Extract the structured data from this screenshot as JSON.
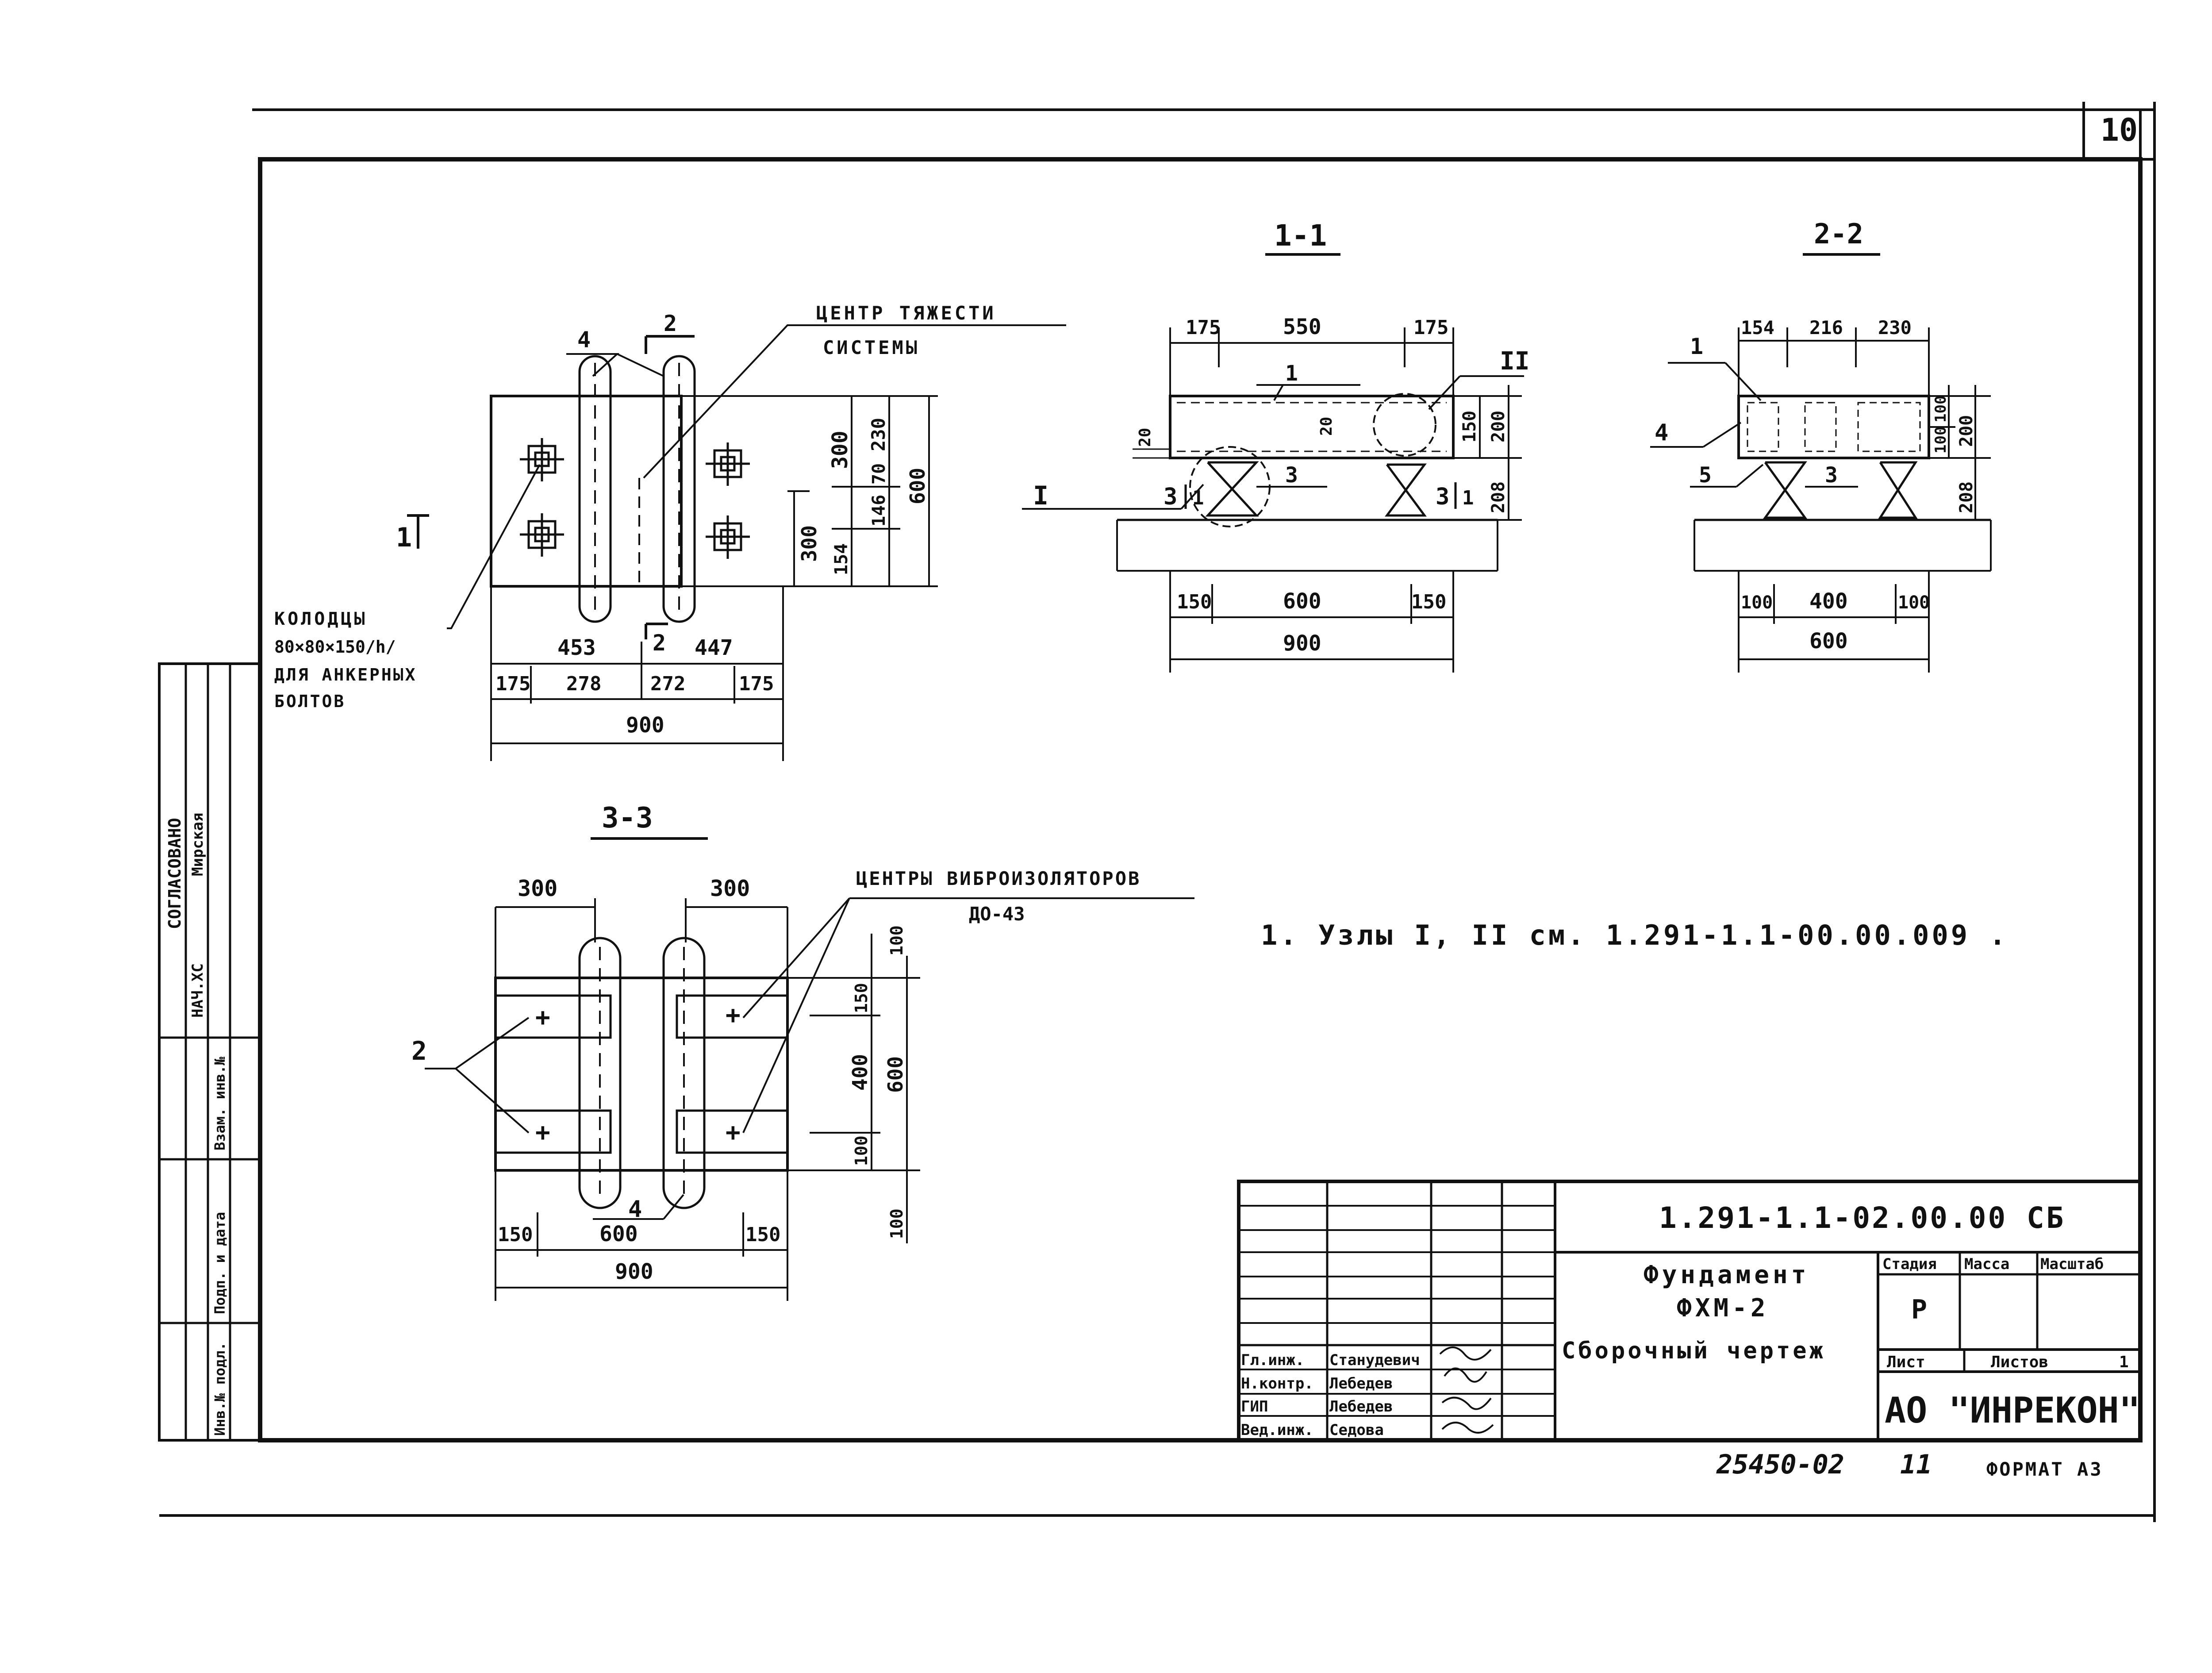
{
  "sheet_number": "10",
  "views": {
    "plan": {
      "label_4": "4",
      "section_2_label": "2",
      "section_2_label_bottom": "2",
      "section_1_label": "1",
      "center_of_gravity": [
        "ЦЕНТР ТЯЖЕСТИ",
        "СИСТЕМЫ"
      ],
      "wells_label": [
        "КОЛОДЦЫ",
        "80×80×150/h/",
        "ДЛЯ АНКЕРНЫХ",
        "БОЛТОВ"
      ],
      "dims_right": [
        "300",
        "230",
        "70",
        "146",
        "600",
        "154"
      ],
      "dim_left_300": "300",
      "dims_bottom_upper": [
        "453",
        "447"
      ],
      "dims_bottom_lower": [
        "175",
        "278",
        "272",
        "175"
      ],
      "dim_total": "900"
    },
    "section_1_1": {
      "title": "1-1",
      "dims_top": [
        "175",
        "550",
        "175"
      ],
      "roman_2": "II",
      "roman_1": "I",
      "label_1": "1",
      "label_3": "3",
      "label_3_left": "3",
      "label_1_left": "1",
      "label_3_right": "3",
      "label_1_right": "1",
      "dim_20_left": "20",
      "dim_20_mid": "20",
      "dims_right": [
        "150",
        "200",
        "208"
      ],
      "dims_bottom": [
        "150",
        "600",
        "150"
      ],
      "dim_total": "900"
    },
    "section_2_2": {
      "title": "2-2",
      "dims_top": [
        "154",
        "216",
        "230"
      ],
      "label_1": "1",
      "label_4": "4",
      "label_5": "5",
      "label_3": "3",
      "dims_right": [
        "100",
        "100",
        "200",
        "208"
      ],
      "dims_bottom": [
        "100",
        "400",
        "100"
      ],
      "dim_total": "600"
    },
    "section_3_3": {
      "title": "3-3",
      "dims_top": [
        "300",
        "300"
      ],
      "isolator_centers": [
        "ЦЕНТРЫ ВИБРОИЗОЛЯТОРОВ",
        "ДО-43"
      ],
      "label_2": "2",
      "label_4": "4",
      "dims_right": [
        "100",
        "150",
        "400",
        "600",
        "100",
        "100"
      ],
      "dims_bottom": [
        "150",
        "600",
        "150"
      ],
      "dim_total": "900"
    }
  },
  "note": "1. Узлы I, II см. 1.291-1.1-00.00.009 .",
  "left_stamp": {
    "agreed": "СОГЛАСОВАНО",
    "mirskaya": "Мирская",
    "nach": "НАЧ.ХС",
    "vzam": "Взам. инв.№",
    "podp": "Подп. и дата",
    "inv": "Инв.№ подл."
  },
  "title_block": {
    "document_code": "1.291-1.1-02.00.00 СБ",
    "product_name": [
      "Фундамент",
      "ФХМ-2"
    ],
    "drawing_type": "Сборочный чертеж",
    "stage_header": "Стадия",
    "mass_header": "Масса",
    "scale_header": "Масштаб",
    "stage_value": "Р",
    "sheet_label": "Лист",
    "sheets_label": "Листов",
    "sheets_value": "1",
    "company": "АО \"ИНРЕКОН\"",
    "signatures": [
      {
        "role": "Гл.инж.",
        "name": "Станудевич"
      },
      {
        "role": "Н.контр.",
        "name": "Лебедев"
      },
      {
        "role": "ГИП",
        "name": "Лебедев"
      },
      {
        "role": "Вед.инж.",
        "name": "Седова"
      }
    ]
  },
  "footer": {
    "archive_number": "25450-02",
    "page": "11",
    "format": "ФОРМАТ А3"
  }
}
